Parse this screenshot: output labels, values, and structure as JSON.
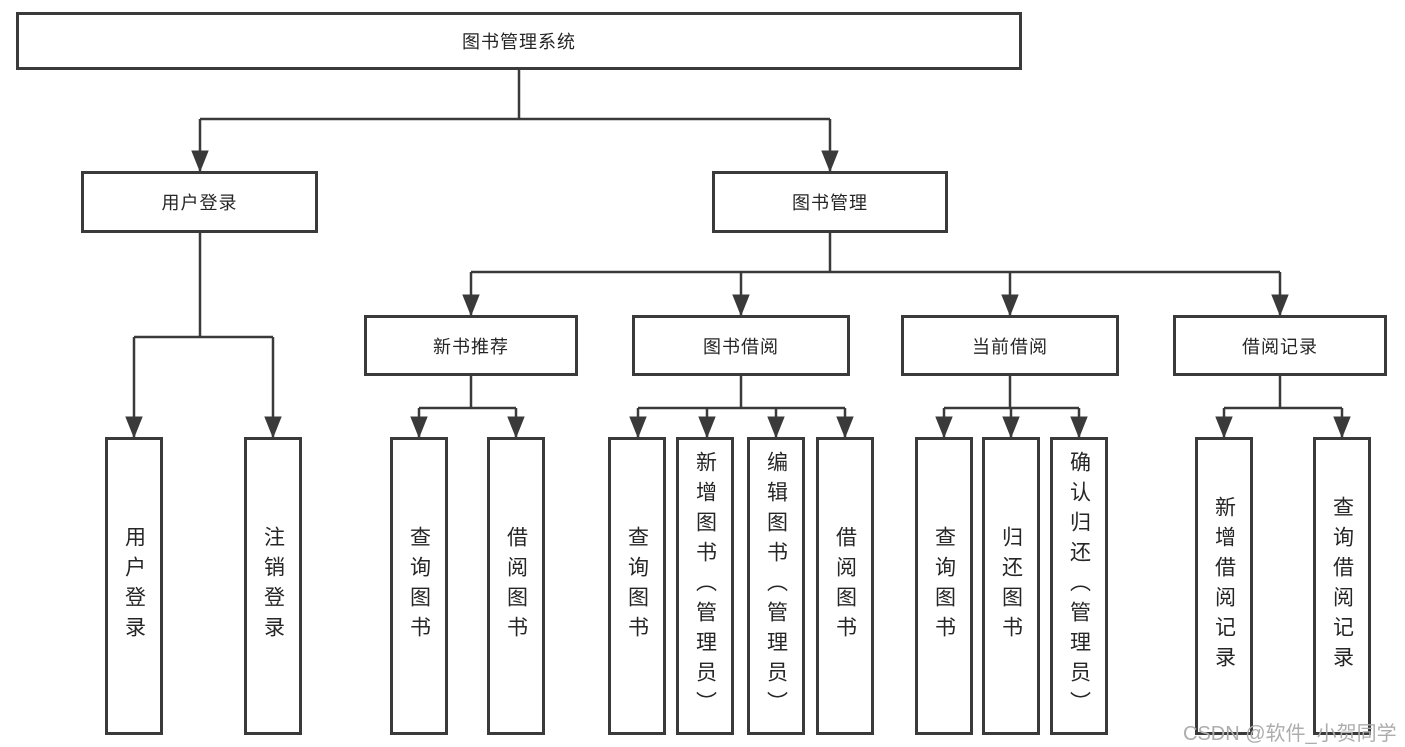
{
  "tree": {
    "root": {
      "label": "图书管理系统",
      "children": [
        {
          "label": "用户登录",
          "children": [
            {
              "label": "用户登录"
            },
            {
              "label": "注销登录"
            }
          ]
        },
        {
          "label": "图书管理",
          "children": [
            {
              "label": "新书推荐",
              "children": [
                {
                  "label": "查询图书"
                },
                {
                  "label": "借阅图书"
                }
              ]
            },
            {
              "label": "图书借阅",
              "children": [
                {
                  "label": "查询图书"
                },
                {
                  "label": "新增图书（管理员）"
                },
                {
                  "label": "编辑图书（管理员）"
                },
                {
                  "label": "借阅图书"
                }
              ]
            },
            {
              "label": "当前借阅",
              "children": [
                {
                  "label": "查询图书"
                },
                {
                  "label": "归还图书"
                },
                {
                  "label": "确认归还（管理员）"
                }
              ]
            },
            {
              "label": "借阅记录",
              "children": [
                {
                  "label": "新增借阅记录"
                },
                {
                  "label": "查询借阅记录"
                }
              ]
            }
          ]
        }
      ]
    }
  },
  "watermark": {
    "text": "CSDN @软件_小贺同学"
  },
  "colors": {
    "line": "#3a3a3a",
    "box_border": "#3a3a3a",
    "text": "#262626",
    "watermark": "#adadad",
    "background": "#ffffff"
  }
}
